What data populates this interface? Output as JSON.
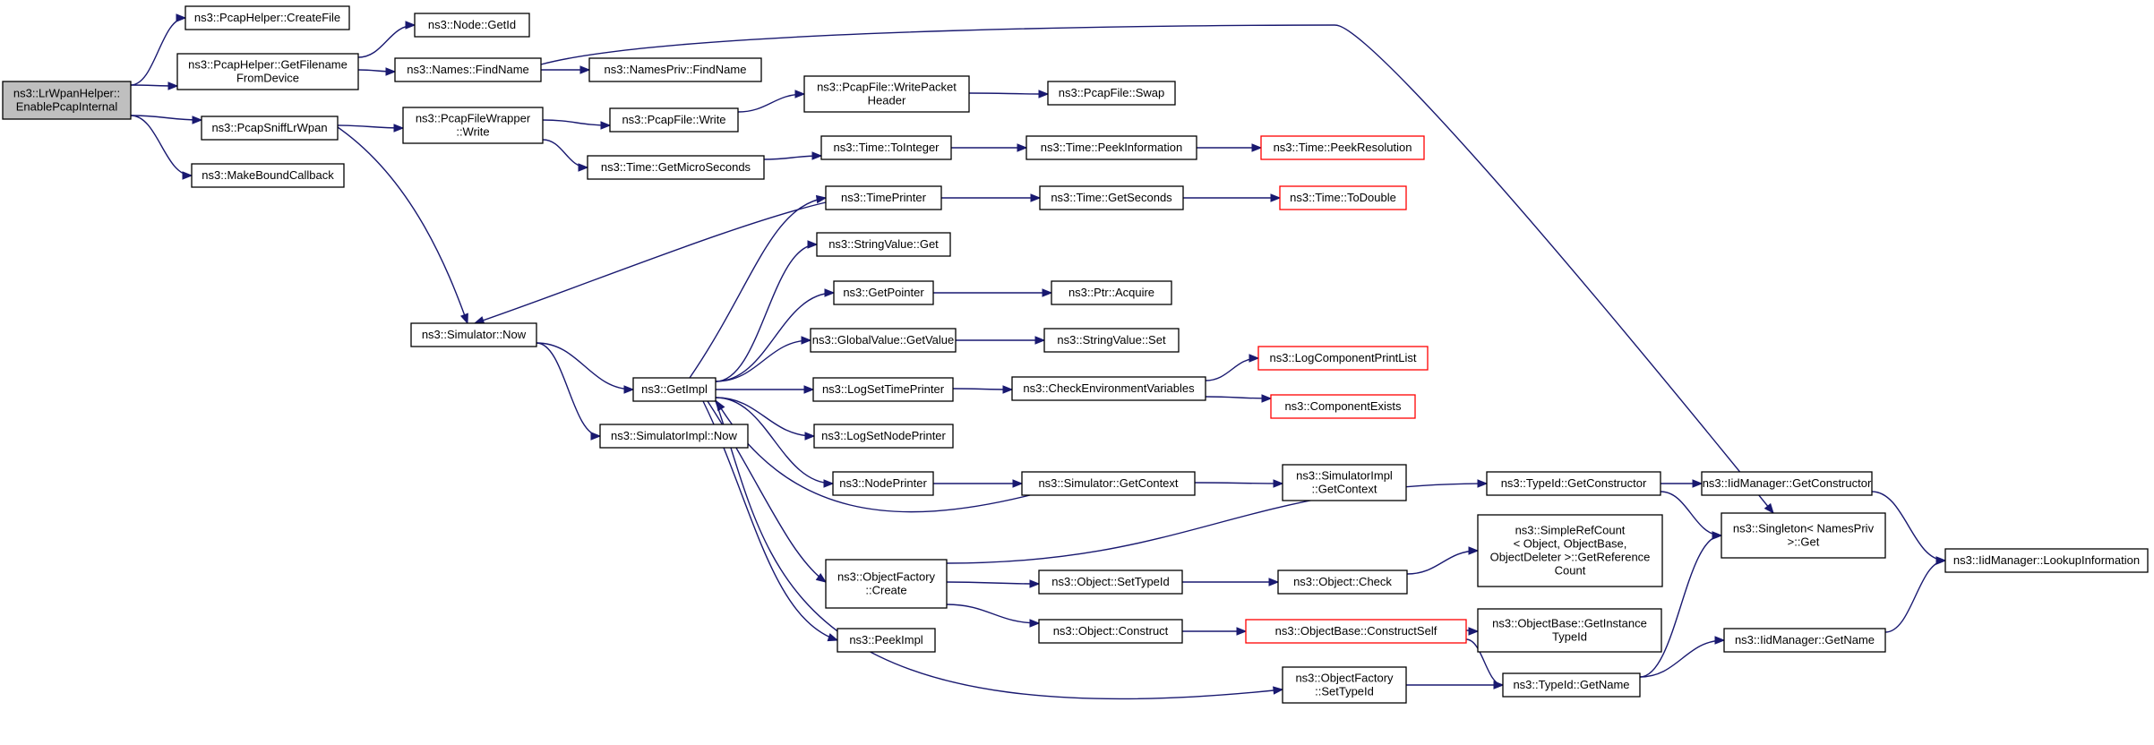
{
  "diagram": {
    "type": "call-graph",
    "colors": {
      "edge": "#191970",
      "root_fill": "#bfbfbf",
      "truncated_border": "#ff0000",
      "node_border": "#000000"
    },
    "nodes": [
      {
        "id": "root",
        "lines": [
          "ns3::LrWpanHelper::",
          "EnablePcapInternal"
        ],
        "style": "root"
      },
      {
        "id": "createfile",
        "lines": [
          "ns3::PcapHelper::CreateFile"
        ]
      },
      {
        "id": "getfilename",
        "lines": [
          "ns3::PcapHelper::GetFilename",
          "FromDevice"
        ]
      },
      {
        "id": "sniff",
        "lines": [
          "ns3::PcapSniffLrWpan"
        ]
      },
      {
        "id": "makebound",
        "lines": [
          "ns3::MakeBoundCallback"
        ]
      },
      {
        "id": "nodegetid",
        "lines": [
          "ns3::Node::GetId"
        ]
      },
      {
        "id": "namesfind",
        "lines": [
          "ns3::Names::FindName"
        ]
      },
      {
        "id": "namesprivfind",
        "lines": [
          "ns3::NamesPriv::FindName"
        ]
      },
      {
        "id": "pfwwrite",
        "lines": [
          "ns3::PcapFileWrapper",
          "::Write"
        ]
      },
      {
        "id": "pfwrite",
        "lines": [
          "ns3::PcapFile::Write"
        ]
      },
      {
        "id": "writeheader",
        "lines": [
          "ns3::PcapFile::WritePacket",
          "Header"
        ]
      },
      {
        "id": "swap",
        "lines": [
          "ns3::PcapFile::Swap"
        ]
      },
      {
        "id": "getmicro",
        "lines": [
          "ns3::Time::GetMicroSeconds"
        ]
      },
      {
        "id": "tointeger",
        "lines": [
          "ns3::Time::ToInteger"
        ]
      },
      {
        "id": "peekinfo",
        "lines": [
          "ns3::Time::PeekInformation"
        ]
      },
      {
        "id": "peekres",
        "lines": [
          "ns3::Time::PeekResolution"
        ],
        "style": "trunc"
      },
      {
        "id": "timeprinter",
        "lines": [
          "ns3::TimePrinter"
        ]
      },
      {
        "id": "getseconds",
        "lines": [
          "ns3::Time::GetSeconds"
        ]
      },
      {
        "id": "todouble",
        "lines": [
          "ns3::Time::ToDouble"
        ],
        "style": "trunc"
      },
      {
        "id": "strvalget",
        "lines": [
          "ns3::StringValue::Get"
        ]
      },
      {
        "id": "getpointer",
        "lines": [
          "ns3::GetPointer"
        ]
      },
      {
        "id": "ptracquire",
        "lines": [
          "ns3::Ptr::Acquire"
        ]
      },
      {
        "id": "simnow",
        "lines": [
          "ns3::Simulator::Now"
        ]
      },
      {
        "id": "gvgetvalue",
        "lines": [
          "ns3::GlobalValue::GetValue"
        ]
      },
      {
        "id": "strvalset",
        "lines": [
          "ns3::StringValue::Set"
        ]
      },
      {
        "id": "getimpl",
        "lines": [
          "ns3::GetImpl"
        ]
      },
      {
        "id": "logsettime",
        "lines": [
          "ns3::LogSetTimePrinter"
        ]
      },
      {
        "id": "checkenv",
        "lines": [
          "ns3::CheckEnvironmentVariables"
        ]
      },
      {
        "id": "logcomplist",
        "lines": [
          "ns3::LogComponentPrintList"
        ],
        "style": "trunc"
      },
      {
        "id": "compexists",
        "lines": [
          "ns3::ComponentExists"
        ],
        "style": "trunc"
      },
      {
        "id": "simimplnow",
        "lines": [
          "ns3::SimulatorImpl::Now"
        ]
      },
      {
        "id": "logsetnode",
        "lines": [
          "ns3::LogSetNodePrinter"
        ]
      },
      {
        "id": "nodeprinter",
        "lines": [
          "ns3::NodePrinter"
        ]
      },
      {
        "id": "simgetctx",
        "lines": [
          "ns3::Simulator::GetContext"
        ]
      },
      {
        "id": "simimplgetctx",
        "lines": [
          "ns3::SimulatorImpl",
          "::GetContext"
        ]
      },
      {
        "id": "tidgetctor",
        "lines": [
          "ns3::TypeId::GetConstructor"
        ]
      },
      {
        "id": "iidgetctor",
        "lines": [
          "ns3::IidManager::GetConstructor"
        ]
      },
      {
        "id": "singleton",
        "lines": [
          "ns3::Singleton< NamesPriv",
          " >::Get"
        ]
      },
      {
        "id": "iidlookup",
        "lines": [
          "ns3::IidManager::LookupInformation"
        ]
      },
      {
        "id": "simplerefcount",
        "lines": [
          "ns3::SimpleRefCount",
          "< Object, ObjectBase,",
          " ObjectDeleter >::GetReference",
          "Count"
        ]
      },
      {
        "id": "objfactcreate",
        "lines": [
          "ns3::ObjectFactory",
          "::Create"
        ]
      },
      {
        "id": "objsettypeid",
        "lines": [
          "ns3::Object::SetTypeId"
        ]
      },
      {
        "id": "objcheck",
        "lines": [
          "ns3::Object::Check"
        ]
      },
      {
        "id": "objconstruct",
        "lines": [
          "ns3::Object::Construct"
        ]
      },
      {
        "id": "objbasecs",
        "lines": [
          "ns3::ObjectBase::ConstructSelf"
        ],
        "style": "trunc"
      },
      {
        "id": "objbasegit",
        "lines": [
          "ns3::ObjectBase::GetInstance",
          "TypeId"
        ]
      },
      {
        "id": "iidgetname",
        "lines": [
          "ns3::IidManager::GetName"
        ]
      },
      {
        "id": "peekimpl",
        "lines": [
          "ns3::PeekImpl"
        ]
      },
      {
        "id": "objfactsettid",
        "lines": [
          "ns3::ObjectFactory",
          "::SetTypeId"
        ]
      },
      {
        "id": "tidgetname",
        "lines": [
          "ns3::TypeId::GetName"
        ]
      }
    ],
    "edges": [
      [
        "root",
        "createfile"
      ],
      [
        "root",
        "getfilename"
      ],
      [
        "root",
        "sniff"
      ],
      [
        "root",
        "makebound"
      ],
      [
        "getfilename",
        "nodegetid"
      ],
      [
        "getfilename",
        "namesfind"
      ],
      [
        "namesfind",
        "namesprivfind"
      ],
      [
        "namesfind",
        "singleton"
      ],
      [
        "sniff",
        "pfwwrite"
      ],
      [
        "sniff",
        "simnow"
      ],
      [
        "pfwwrite",
        "pfwrite"
      ],
      [
        "pfwwrite",
        "getmicro"
      ],
      [
        "pfwrite",
        "writeheader"
      ],
      [
        "writeheader",
        "swap"
      ],
      [
        "getmicro",
        "tointeger"
      ],
      [
        "tointeger",
        "peekinfo"
      ],
      [
        "peekinfo",
        "peekres"
      ],
      [
        "simnow",
        "getimpl"
      ],
      [
        "simnow",
        "simimplnow"
      ],
      [
        "getimpl",
        "timeprinter"
      ],
      [
        "getimpl",
        "strvalget"
      ],
      [
        "getimpl",
        "getpointer"
      ],
      [
        "getimpl",
        "gvgetvalue"
      ],
      [
        "getimpl",
        "logsettime"
      ],
      [
        "getimpl",
        "logsetnode"
      ],
      [
        "getimpl",
        "nodeprinter"
      ],
      [
        "getimpl",
        "objfactcreate"
      ],
      [
        "getimpl",
        "peekimpl"
      ],
      [
        "getimpl",
        "objfactsettid"
      ],
      [
        "timeprinter",
        "getseconds"
      ],
      [
        "timeprinter",
        "simnow"
      ],
      [
        "getseconds",
        "todouble"
      ],
      [
        "getpointer",
        "ptracquire"
      ],
      [
        "gvgetvalue",
        "strvalset"
      ],
      [
        "logsettime",
        "checkenv"
      ],
      [
        "checkenv",
        "logcomplist"
      ],
      [
        "checkenv",
        "compexists"
      ],
      [
        "nodeprinter",
        "simgetctx"
      ],
      [
        "simgetctx",
        "simimplgetctx"
      ],
      [
        "simgetctx",
        "getimpl"
      ],
      [
        "objfactcreate",
        "tidgetctor"
      ],
      [
        "objfactcreate",
        "objsettypeid"
      ],
      [
        "objfactcreate",
        "objconstruct"
      ],
      [
        "objsettypeid",
        "objcheck"
      ],
      [
        "objcheck",
        "simplerefcount"
      ],
      [
        "objconstruct",
        "objbasecs"
      ],
      [
        "objbasecs",
        "objbasegit"
      ],
      [
        "objbasecs",
        "tidgetname"
      ],
      [
        "tidgetctor",
        "iidgetctor"
      ],
      [
        "tidgetctor",
        "singleton"
      ],
      [
        "iidgetctor",
        "iidlookup"
      ],
      [
        "objfactsettid",
        "tidgetname"
      ],
      [
        "tidgetname",
        "singleton"
      ],
      [
        "tidgetname",
        "iidgetname"
      ],
      [
        "iidgetname",
        "iidlookup"
      ]
    ]
  }
}
